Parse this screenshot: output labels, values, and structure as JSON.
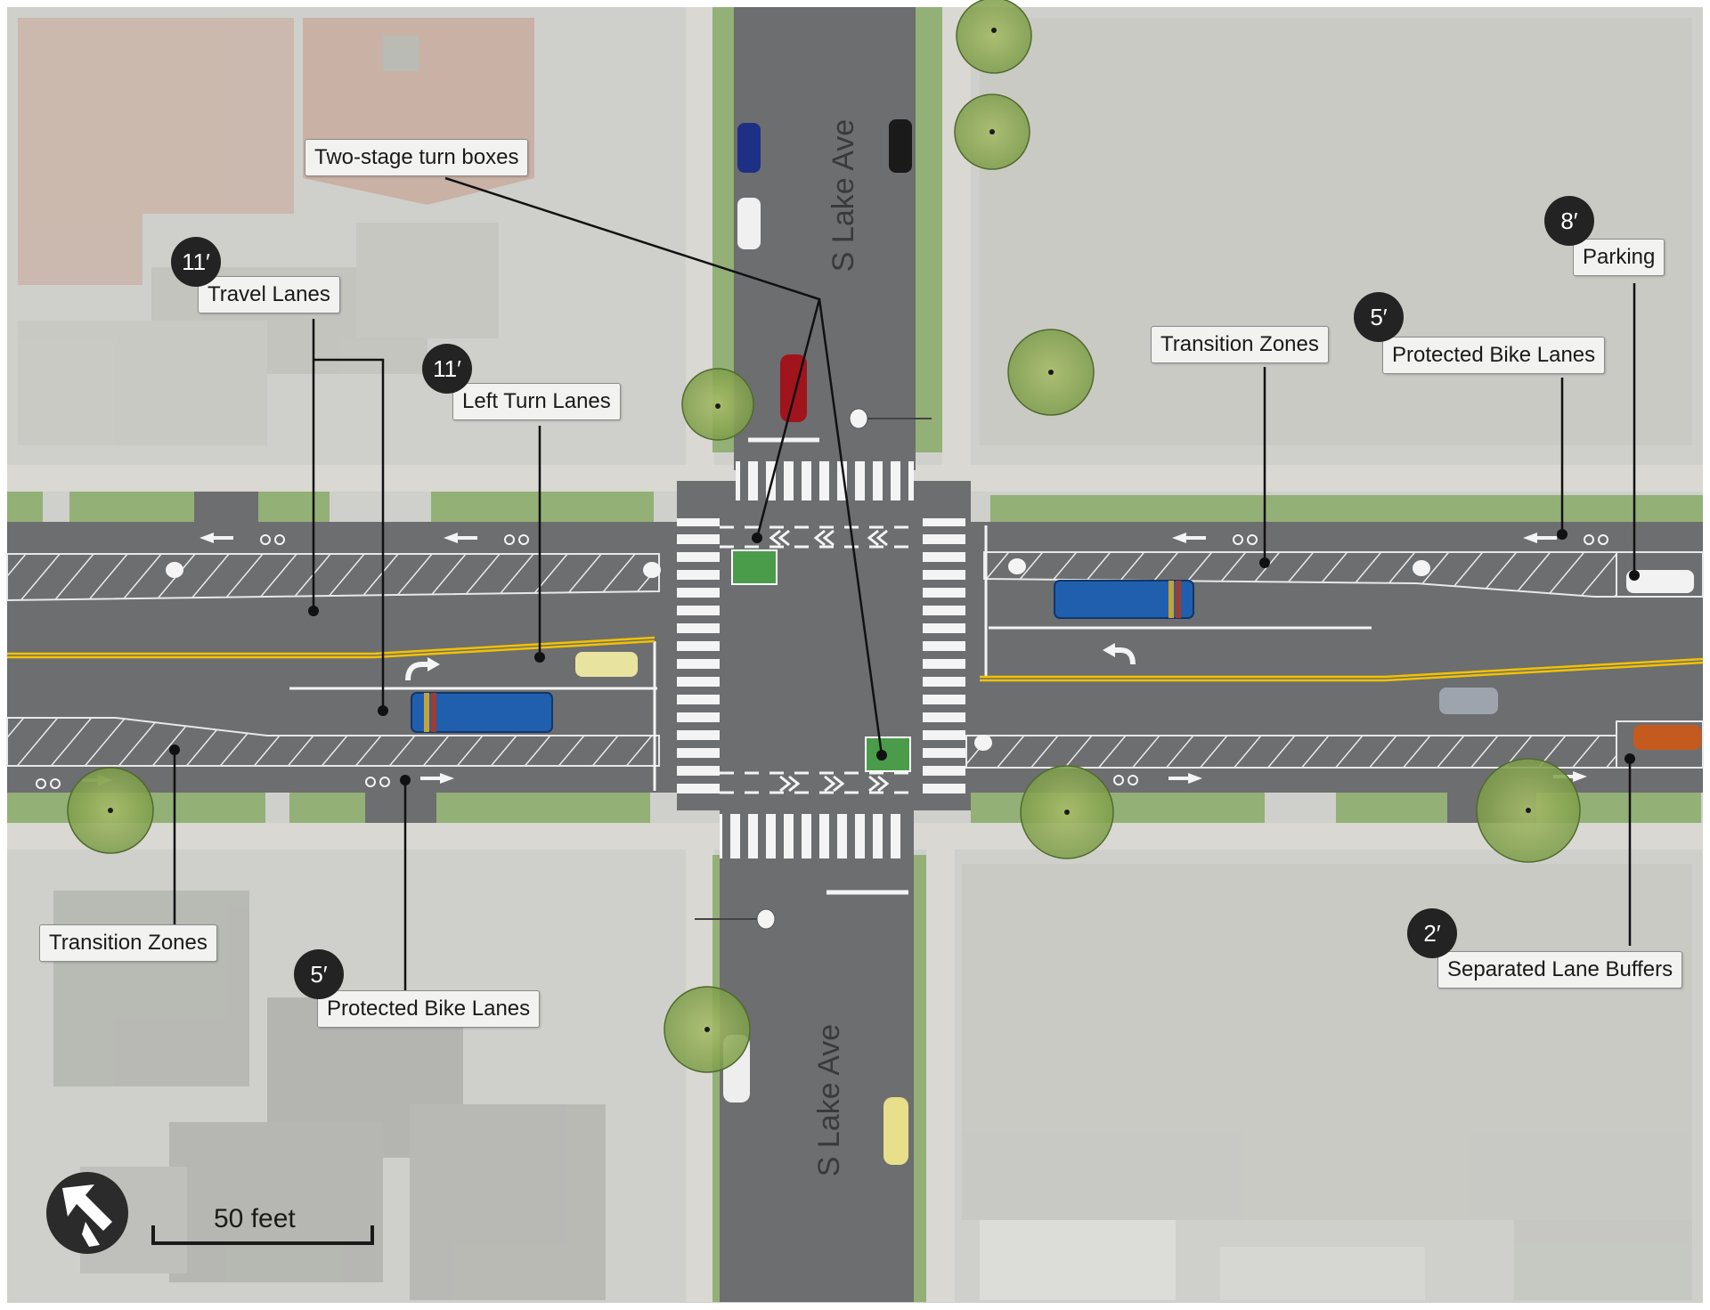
{
  "streets": {
    "north": "S Lake Ave",
    "south": "S Lake Ave"
  },
  "labels": {
    "two_stage": "Two-stage turn boxes",
    "travel_lanes": "Travel Lanes",
    "left_turn": "Left Turn Lanes",
    "transition_ne": "Transition Zones",
    "protected_ne": "Protected Bike Lanes",
    "parking": "Parking",
    "transition_sw": "Transition Zones",
    "protected_sw": "Protected Bike Lanes",
    "buffers": "Separated Lane Buffers"
  },
  "dimensions": {
    "travel_lanes": "11′",
    "left_turn": "11′",
    "protected_ne": "5′",
    "parking": "8′",
    "protected_sw": "5′",
    "buffers": "2′"
  },
  "scale": "50 feet",
  "icons": [
    "north-arrow-icon",
    "bicycle-icon",
    "tree-icon",
    "car-icon",
    "bus-icon",
    "turn-arrow-icon"
  ],
  "colors": {
    "asphalt": "#6d6e70",
    "center_line": "#f2c200",
    "turn_box": "#4a9c4a",
    "callout_bg": "#f2f2f0",
    "badge": "#232323",
    "bus": "#1f5fae"
  }
}
